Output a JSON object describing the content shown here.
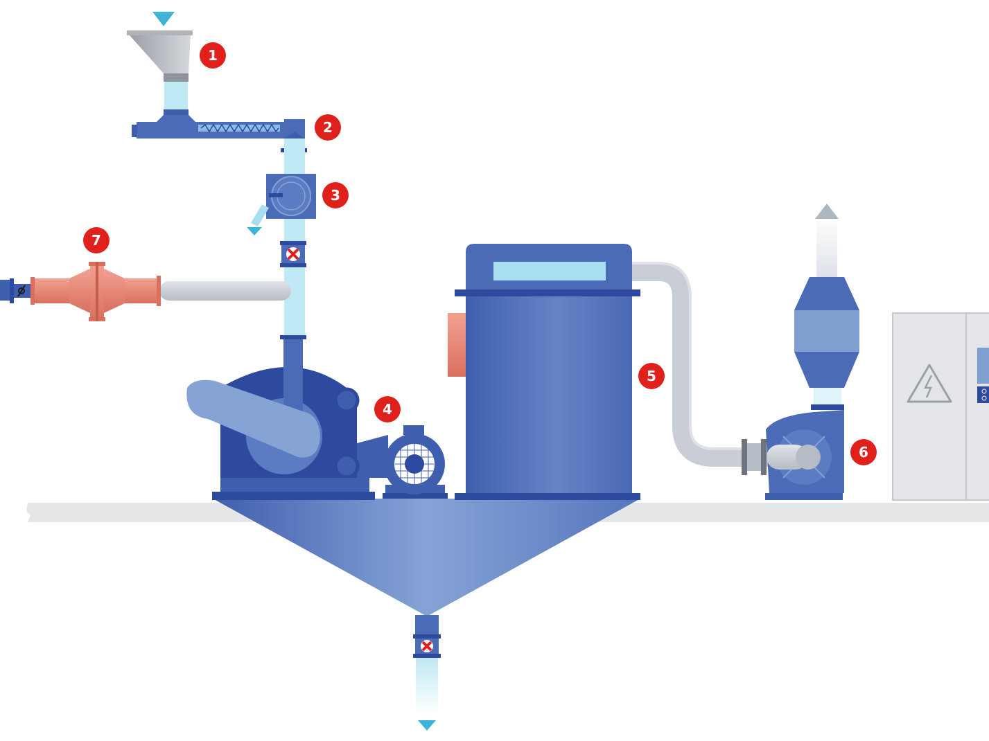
{
  "diagram": {
    "colors": {
      "dark_blue": "#2e4a9e",
      "mid_blue": "#4b6bb6",
      "light_blue": "#7f9fd1",
      "water": "#bfe9f4",
      "grey_pipe": "#c9ced6",
      "salmon": "#ec8a78",
      "badge_red": "#e0201b",
      "floor": "#e4e6e8",
      "cabinet": "#e3e5e8",
      "arrow_cyan": "#3cb5d9"
    },
    "labels": [
      {
        "id": "1",
        "text": "1"
      },
      {
        "id": "2",
        "text": "2"
      },
      {
        "id": "3",
        "text": "3"
      },
      {
        "id": "4",
        "text": "4"
      },
      {
        "id": "5",
        "text": "5"
      },
      {
        "id": "6",
        "text": "6"
      },
      {
        "id": "7",
        "text": "7"
      }
    ],
    "icons": {
      "inlet_arrow": "down-arrow-icon",
      "outlet_arrow": "down-arrow-icon",
      "exhaust_arrow": "up-arrow-icon",
      "valve": "butterfly-valve-icon",
      "warning": "high-voltage-warning-icon"
    }
  }
}
